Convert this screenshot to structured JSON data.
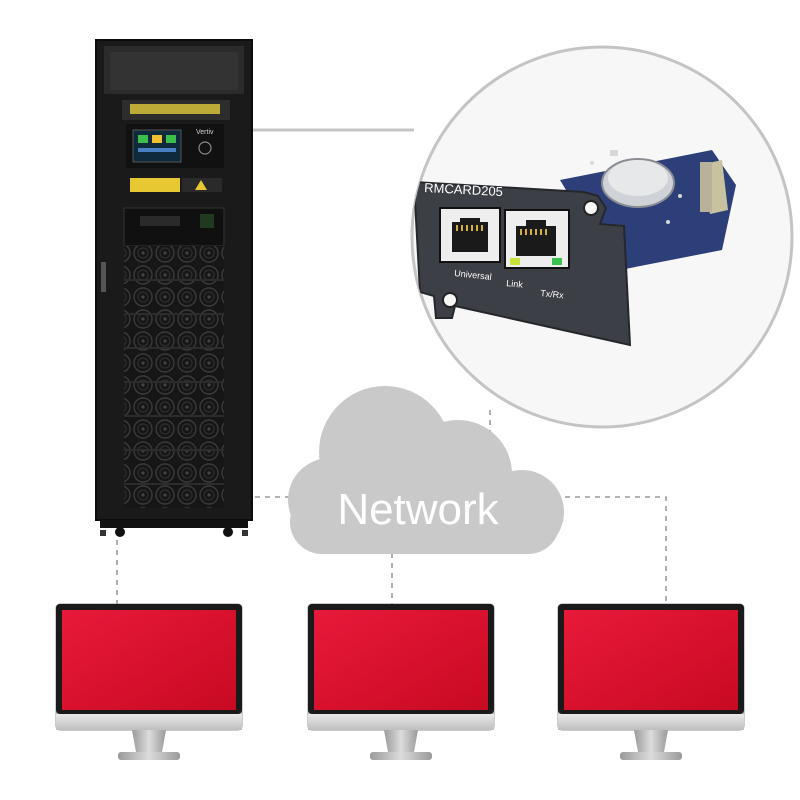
{
  "network": {
    "label": "Network"
  },
  "ups": {
    "brand": "Vertiv"
  },
  "card": {
    "model": "RMCARD205",
    "port_labels": [
      "Universal",
      "Link",
      "Tx/Rx"
    ]
  },
  "monitors": [
    {
      "id": "monitor-left"
    },
    {
      "id": "monitor-center"
    },
    {
      "id": "monitor-right"
    }
  ],
  "colors": {
    "screen": "#d90f2a",
    "cloud": "#c9c9c9",
    "cabinet": "#1b1b1b",
    "card_plate": "#3c3f45",
    "pcb": "#2c3f78"
  }
}
